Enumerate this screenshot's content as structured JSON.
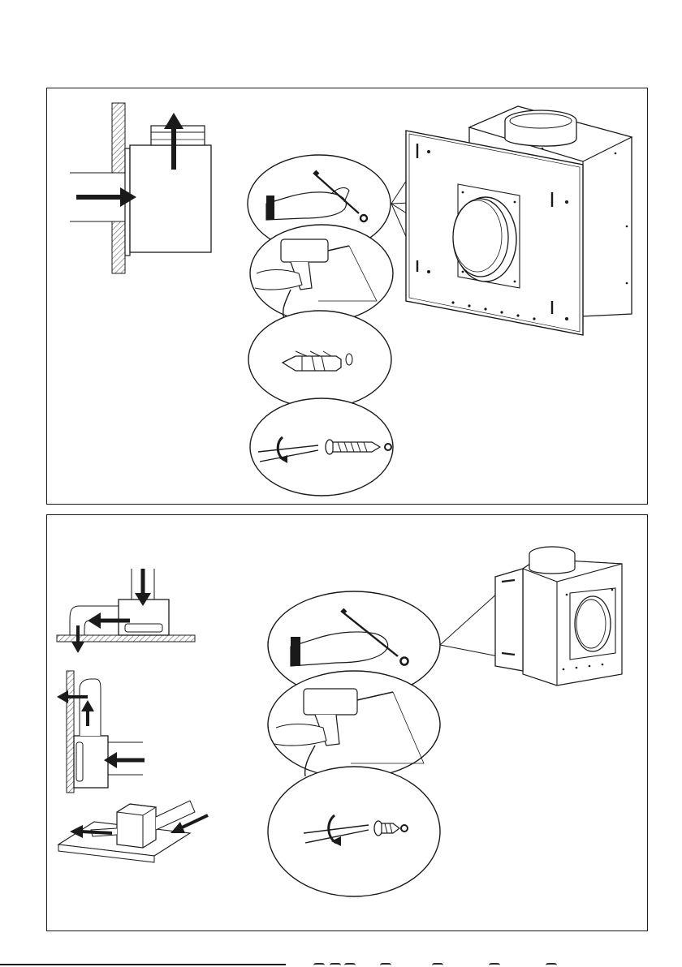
{
  "document": {
    "panels": [
      {
        "id": "wall-mounting",
        "steps": [
          "mark-holes",
          "drill-holes",
          "insert-wall-plugs",
          "screw-fixing"
        ]
      },
      {
        "id": "floor-and-ceiling-mounting",
        "steps": [
          "mark-holes",
          "drill-holes",
          "screw-fixing"
        ]
      }
    ],
    "icons": [
      "gloved-hand-pencil-icon",
      "electric-drill-icon",
      "wall-plug-icon",
      "screwdriver-screw-icon",
      "airflow-arrow-icon"
    ],
    "colors": {
      "line": "#1a1a1a",
      "hatch": "#555555",
      "background": "#ffffff"
    }
  }
}
